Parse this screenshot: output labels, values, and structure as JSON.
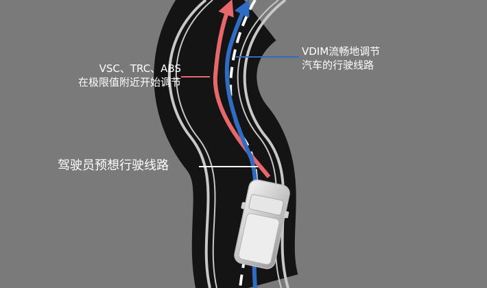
{
  "labels": {
    "abs_line1": "VSC、TRC、ABS",
    "abs_line2": "在极限值附近开始调节",
    "vdim_line1": "VDIM流畅地调节",
    "vdim_line2": "汽车的行驶线路",
    "driver_path": "驾驶员预想行驶线路"
  },
  "colors": {
    "background": "#7a7a7a",
    "road": "#141414",
    "road_edge": "#c8c8c8",
    "center_dash": "#ffffff",
    "red_path": "#e8676a",
    "blue_path": "#2f6dc4",
    "vehicle": "#d9d9d9"
  }
}
